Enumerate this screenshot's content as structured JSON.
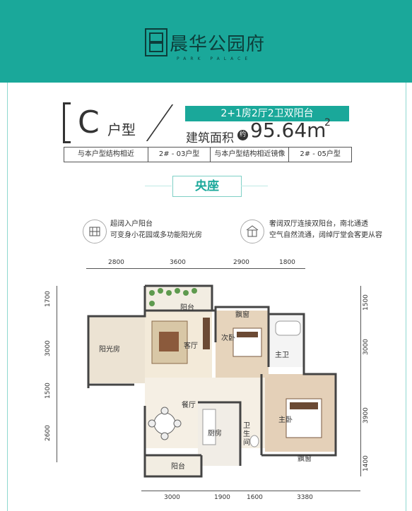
{
  "brand": {
    "name": "晨华公园府",
    "subtitle": "PARK PALACE"
  },
  "unit": {
    "type_letter": "C",
    "type_suffix": "户型",
    "layout": "2+1房2厅2卫双阳台",
    "area_label": "建筑面积",
    "area_prefix": "约",
    "area_value": "95.64m",
    "area_unit_sup": "2"
  },
  "reference_table": [
    "与本户型结构相近",
    "2# - 03户型",
    "与本户型结构相近镜像",
    "2# - 05户型"
  ],
  "zone": "央座",
  "features": {
    "left": {
      "line1": "超阔入户阳台",
      "line2": "可变身小花园或多功能阳光房"
    },
    "right": {
      "line1": "奢阔双厅连接双阳台，南北通透",
      "line2": "空气自然流通，阔绰厅堂会客更从容"
    }
  },
  "dimensions": {
    "top": [
      "2800",
      "3600",
      "2900",
      "1800"
    ],
    "bottom": [
      "3000",
      "1900",
      "1600",
      "3380"
    ],
    "left": [
      "1700",
      "3000",
      "1500",
      "2600"
    ],
    "right": [
      "1500",
      "3000",
      "3900",
      "1400"
    ]
  },
  "rooms": {
    "balcony_top": "阳台",
    "bay_window_top": "飘窗",
    "sunroom": "阳光房",
    "living": "客厅",
    "second_bedroom": "次卧",
    "master_bath": "主卫",
    "dining": "餐厅",
    "kitchen": "厨房",
    "guest_bath": "卫生间",
    "master_bedroom": "主卧",
    "bay_window_bottom": "飘窗",
    "balcony_bottom": "阳台"
  }
}
